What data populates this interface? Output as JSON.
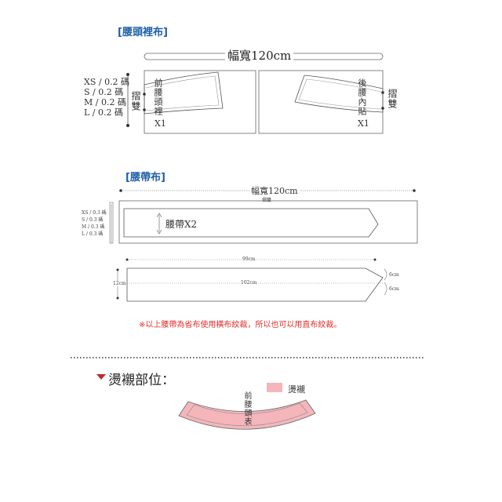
{
  "lining": {
    "title": "[腰頭裡布]",
    "width_label": "幅寬120cm",
    "size_rows": [
      "XS / 0.2 碼",
      "S / 0.2 碼",
      "M / 0.2 碼",
      "L / 0.2 碼"
    ],
    "fold_label": "摺雙",
    "front_piece": "前腰頭裡",
    "front_count": "X1",
    "back_piece": "後腰內貼",
    "back_count": "X1",
    "fold_label_right": "摺雙"
  },
  "waistband": {
    "title": "[腰帶布]",
    "width_label": "幅寬120cm",
    "fold_top": "摺雙",
    "size_rows": [
      "XS / 0.3 碼",
      "S / 0.3 碼",
      "M / 0.3 碼",
      "L / 0.3 碼"
    ],
    "piece_label": "腰帶X2",
    "dim_99": "99cm",
    "dim_102": "102cm",
    "dim_12": "12cm",
    "dim_6a": "6cm",
    "dim_6b": "6cm",
    "note": "※以上腰帶為省布使用橫布紋裁，所以也可以用直布紋裁。"
  },
  "ironing": {
    "title": "燙襯部位：",
    "legend": "燙襯",
    "piece_label": "前腰頭表",
    "fill_color": "#f4b6bb"
  }
}
